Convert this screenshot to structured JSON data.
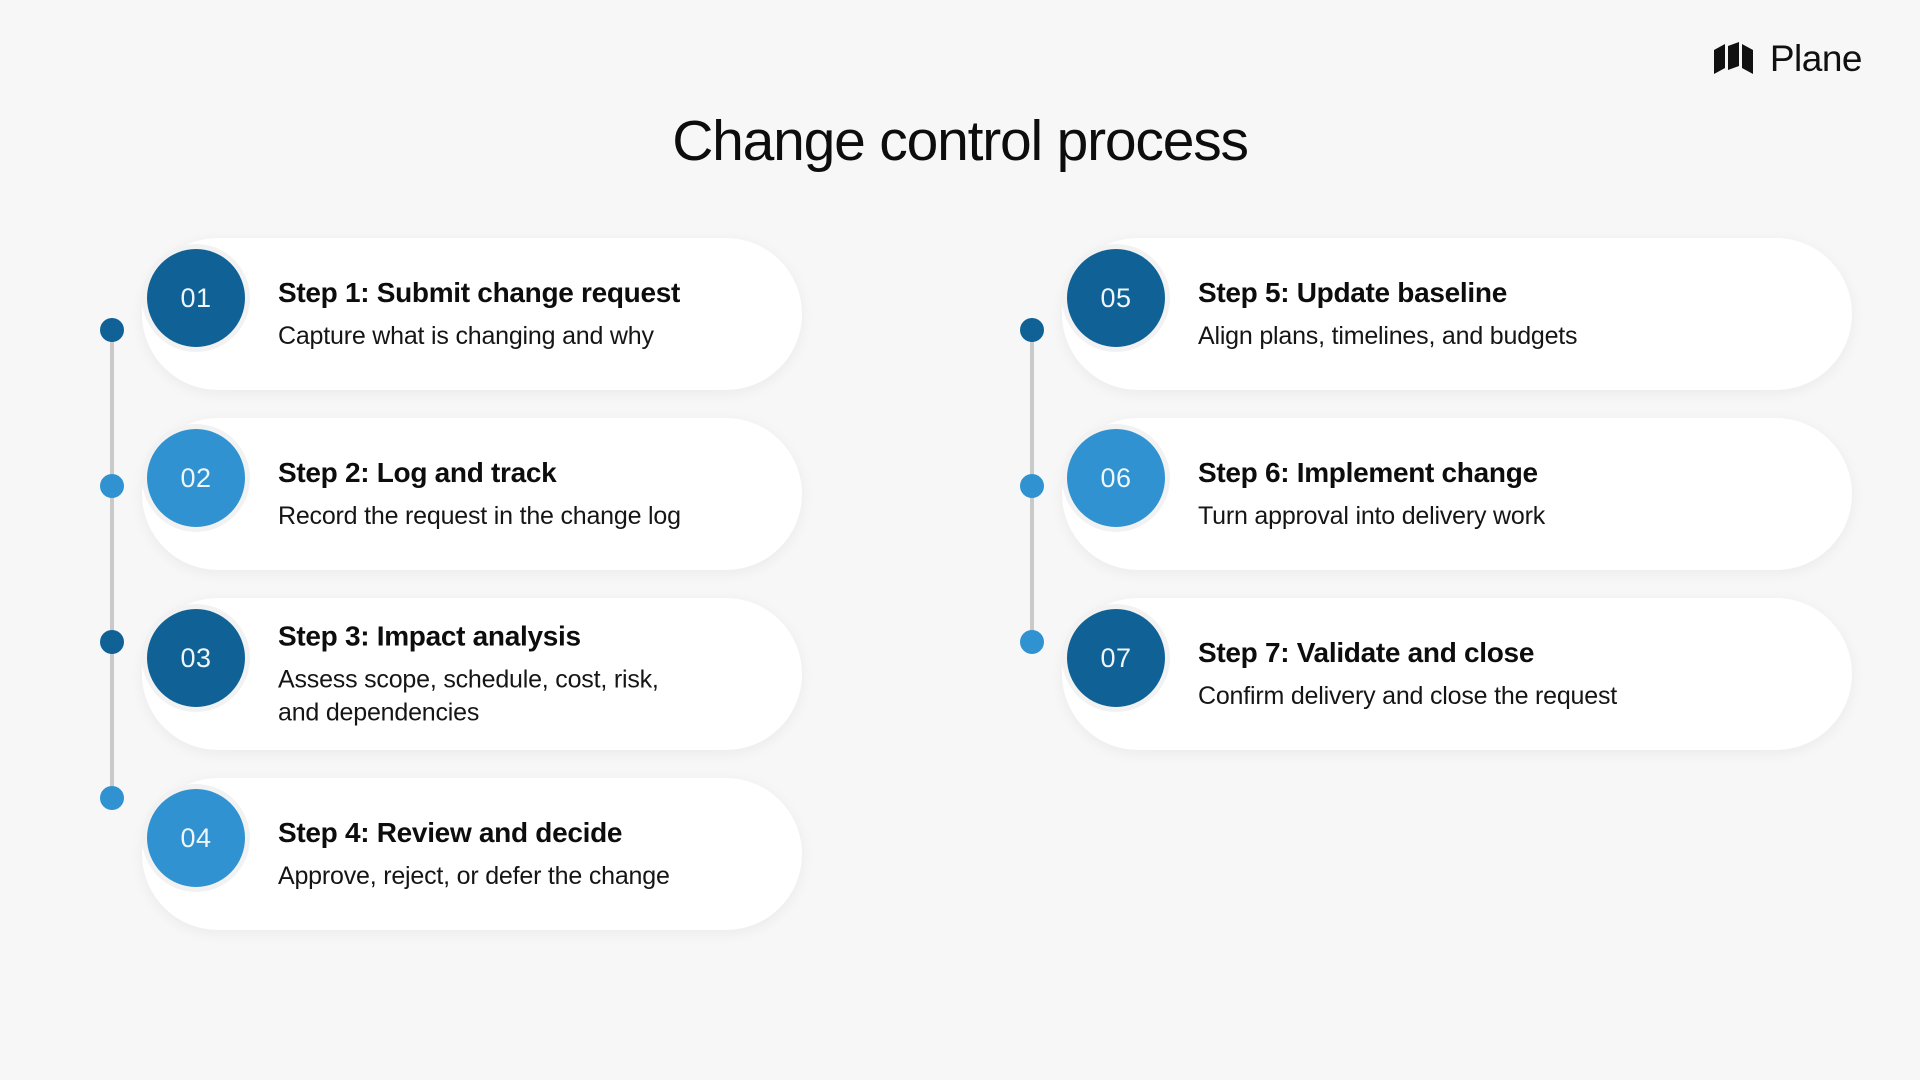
{
  "brand": {
    "name": "Plane",
    "logo_icon": "plane-logo-icon"
  },
  "title": "Change control process",
  "theme": {
    "background": "#f7f7f7",
    "card_background": "#ffffff",
    "accent_dark": "#0f6196",
    "accent_light": "#3092d0",
    "rail": "#c9c9c9",
    "title_color": "#0d0d0d"
  },
  "columns": [
    {
      "id": "left-column",
      "rail_dots": [
        {
          "color": "#0f6196"
        },
        {
          "color": "#3092d0"
        },
        {
          "color": "#0f6196"
        },
        {
          "color": "#3092d0"
        }
      ],
      "steps": [
        {
          "number": "01",
          "title": "Step 1: Submit change request",
          "desc": "Capture what is changing and why",
          "color": "#0f6196"
        },
        {
          "number": "02",
          "title": "Step 2: Log and track",
          "desc": "Record the request in the change log",
          "color": "#3092d0"
        },
        {
          "number": "03",
          "title": "Step 3: Impact analysis",
          "desc": "Assess scope, schedule, cost, risk, and dependencies",
          "color": "#0f6196"
        },
        {
          "number": "04",
          "title": "Step 4: Review and decide",
          "desc": "Approve, reject, or defer the change",
          "color": "#3092d0"
        }
      ]
    },
    {
      "id": "right-column",
      "rail_dots": [
        {
          "color": "#0f6196"
        },
        {
          "color": "#3092d0"
        },
        {
          "color": "#3092d0"
        }
      ],
      "steps": [
        {
          "number": "05",
          "title": "Step 5: Update baseline",
          "desc": "Align plans, timelines, and budgets",
          "color": "#0f6196"
        },
        {
          "number": "06",
          "title": "Step 6: Implement change",
          "desc": "Turn approval into delivery work",
          "color": "#3092d0"
        },
        {
          "number": "07",
          "title": "Step 7: Validate and close",
          "desc": "Confirm delivery and close the request",
          "color": "#0f6196"
        }
      ]
    }
  ]
}
